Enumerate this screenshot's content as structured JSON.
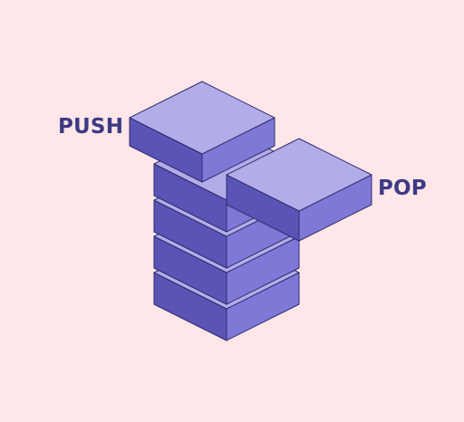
{
  "labels": {
    "push": "PUSH",
    "pop": "POP"
  },
  "colors": {
    "background": "#ffe6e8",
    "text": "#3d3a84",
    "box_top": "#b2ace9",
    "box_left": "#5a54b7",
    "box_right": "#7e78d7",
    "outline": "#302c6e"
  },
  "stack": {
    "stacked_blocks": 4,
    "incoming_block": "push",
    "outgoing_block": "pop"
  }
}
